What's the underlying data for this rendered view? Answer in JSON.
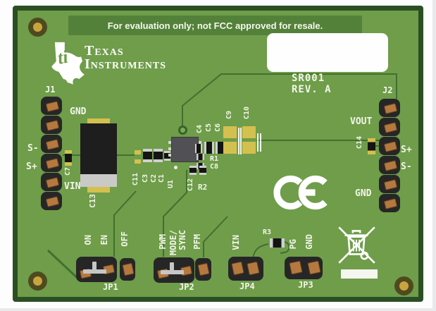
{
  "banner": {
    "text": "For evaluation only; not FCC approved for resale."
  },
  "logo": {
    "word1": "Texas",
    "word2": "Instruments",
    "icon": "ti-texas-bug"
  },
  "marking": {
    "model": "SR001",
    "revision": "REV. A"
  },
  "headers": {
    "j1": {
      "ref": "J1",
      "gnd": "GND",
      "s_minus": "S-",
      "s_plus": "S+",
      "vin": "VIN"
    },
    "j2": {
      "ref": "J2",
      "vout": "VOUT",
      "s_plus": "S+",
      "s_minus": "S-",
      "gnd": "GND"
    }
  },
  "jumpers": {
    "jp1": {
      "ref": "JP1",
      "opt1": "ON",
      "opt2": "EN",
      "opt3": "OFF"
    },
    "jp2": {
      "ref": "JP2",
      "opt1": "PWM",
      "opt2a": "MODE/",
      "opt2b": "SYNC",
      "opt3": "PFM"
    },
    "jp4": {
      "ref": "JP4",
      "opt1": "VIN"
    },
    "jp3": {
      "ref": "JP3",
      "opt1": "PG",
      "opt2": "GND"
    }
  },
  "refdes": {
    "u1": "U1",
    "c1": "C1",
    "c2": "C2",
    "c3": "C3",
    "c4": "C4",
    "c5": "C5",
    "c6": "C6",
    "c7": "C7",
    "c8": "C8",
    "c9": "C9",
    "c10": "C10",
    "c11": "C11",
    "c12": "C12",
    "c13": "C13",
    "c14": "C14",
    "r1": "R1",
    "r2": "R2",
    "r3": "R3"
  },
  "marks": {
    "ce": "CE",
    "weee": "crossed-out-wheelie-bin"
  },
  "colors": {
    "board": "#6f9d4a",
    "border": "#2b4f24",
    "banner": "#54813a",
    "trace": "#3c6b2c",
    "silkscreen": "#f2f5ea",
    "pad_gold": "#d4c04e",
    "pin_copper": "#b5793f",
    "header_black": "#262626"
  }
}
